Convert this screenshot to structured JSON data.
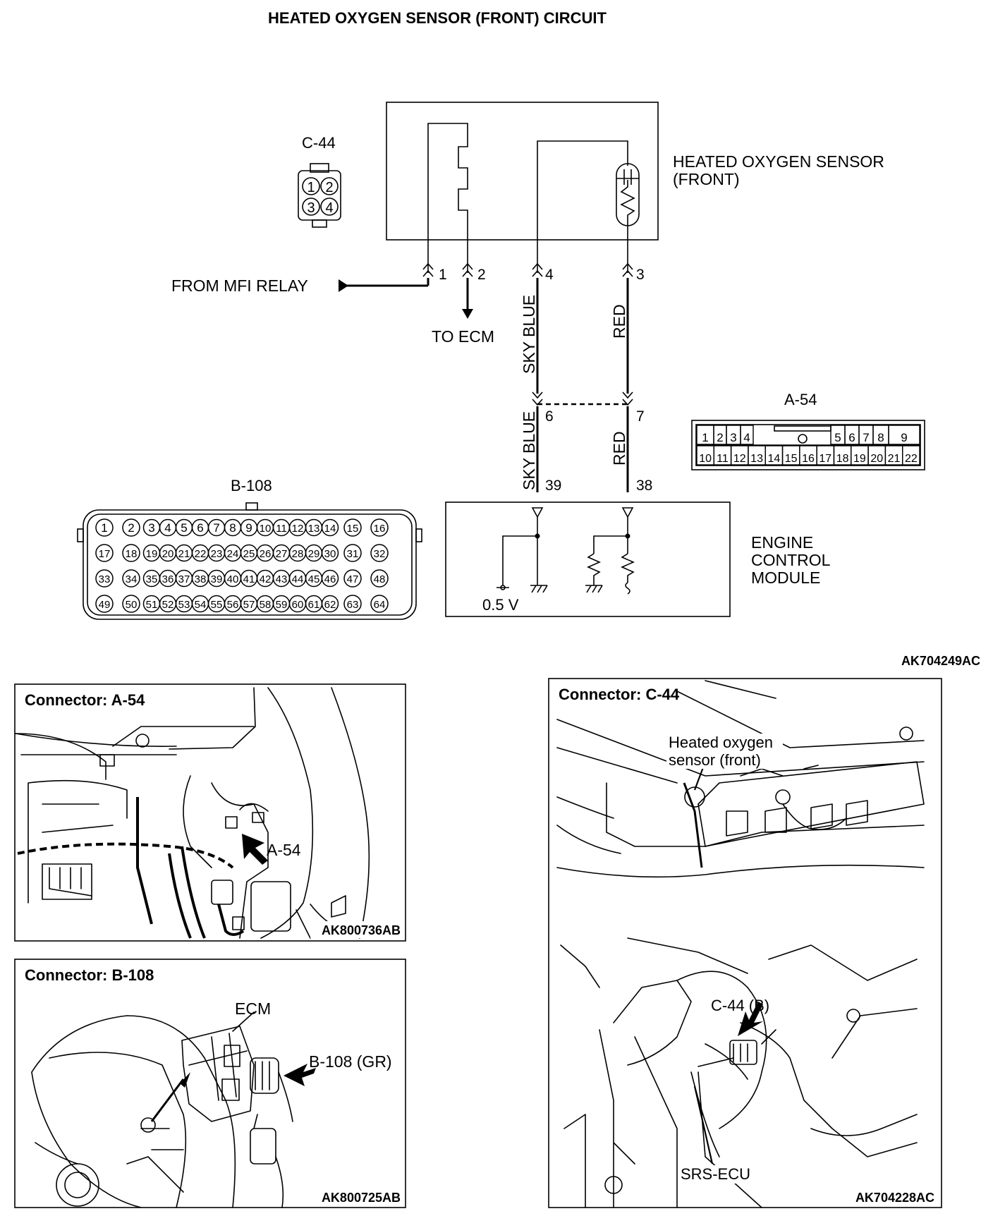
{
  "title": "HEATED OXYGEN SENSOR (FRONT) CIRCUIT",
  "figure_code": "AK704249AC",
  "sensor": {
    "line1": "HEATED OXYGEN SENSOR",
    "line2": "(FRONT)"
  },
  "ecm": {
    "line1": "ENGINE",
    "line2": "CONTROL",
    "line3": "MODULE",
    "voltage": "0.5 V"
  },
  "from_relay": "FROM MFI RELAY",
  "to_ecm": "TO ECM",
  "wires": {
    "sky_blue": "SKY BLUE",
    "red": "RED"
  },
  "pins": {
    "p1": "1",
    "p2": "2",
    "p4": "4",
    "p3": "3",
    "p6": "6",
    "p7": "7",
    "p39": "39",
    "p38": "38"
  },
  "c44": {
    "label": "C-44",
    "pins": [
      "1",
      "2",
      "3",
      "4"
    ]
  },
  "a54": {
    "label": "A-54",
    "top": [
      "1",
      "2",
      "3",
      "4",
      "",
      "5",
      "6",
      "7",
      "8",
      "9"
    ],
    "bottom": [
      "10",
      "11",
      "12",
      "13",
      "14",
      "15",
      "16",
      "17",
      "18",
      "19",
      "20",
      "21",
      "22"
    ]
  },
  "b108": {
    "label": "B-108"
  },
  "panels": {
    "a54": {
      "title": "Connector: A-54",
      "callout": "A-54",
      "code": "AK800736AB"
    },
    "b108": {
      "title": "Connector: B-108",
      "ecm": "ECM",
      "callout": "B-108 (GR)",
      "code": "AK800725AB"
    },
    "c44": {
      "title": "Connector: C-44",
      "sensor_line1": "Heated oxygen",
      "sensor_line2": "sensor (front)",
      "callout": "C-44 (B)",
      "srs": "SRS-ECU",
      "code": "AK704228AC"
    }
  }
}
